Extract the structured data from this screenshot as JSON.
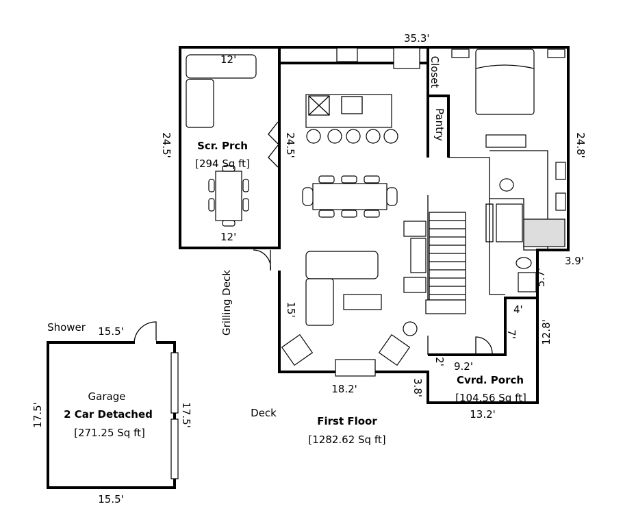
{
  "first_floor": {
    "title": "First Floor",
    "area": "[1282.62 Sq ft]",
    "dims": {
      "top": "35.3'",
      "right": "24.8'",
      "inner_left": "24.5'",
      "bottom": "18.2'",
      "living_left": "15'",
      "notch_right": "3.9'",
      "bath_right": "5.7'",
      "step": "3.8'"
    },
    "rooms": {
      "closet": "Closet",
      "pantry": "Pantry"
    }
  },
  "screened_porch": {
    "title": "Scr. Prch",
    "area": "[294 Sq ft]",
    "dims": {
      "top": "12'",
      "bottom": "12'",
      "left": "24.5'"
    }
  },
  "covered_porch": {
    "title": "Cvrd. Porch",
    "area": "[104.56 Sq ft]",
    "dims": {
      "width": "9.2'",
      "bottom": "13.2'",
      "right": "12.8'",
      "inner": "4'",
      "inner_side": "7'",
      "small": "2'"
    }
  },
  "garage": {
    "label": "Garage",
    "title": "2 Car Detached",
    "area": "[271.25 Sq ft]",
    "dims": {
      "top": "15.5'",
      "bottom": "15.5'",
      "left": "17.5'",
      "right": "17.5'"
    },
    "shower": "Shower"
  },
  "outdoor": {
    "grilling_deck": "Grilling Deck",
    "deck": "Deck"
  }
}
